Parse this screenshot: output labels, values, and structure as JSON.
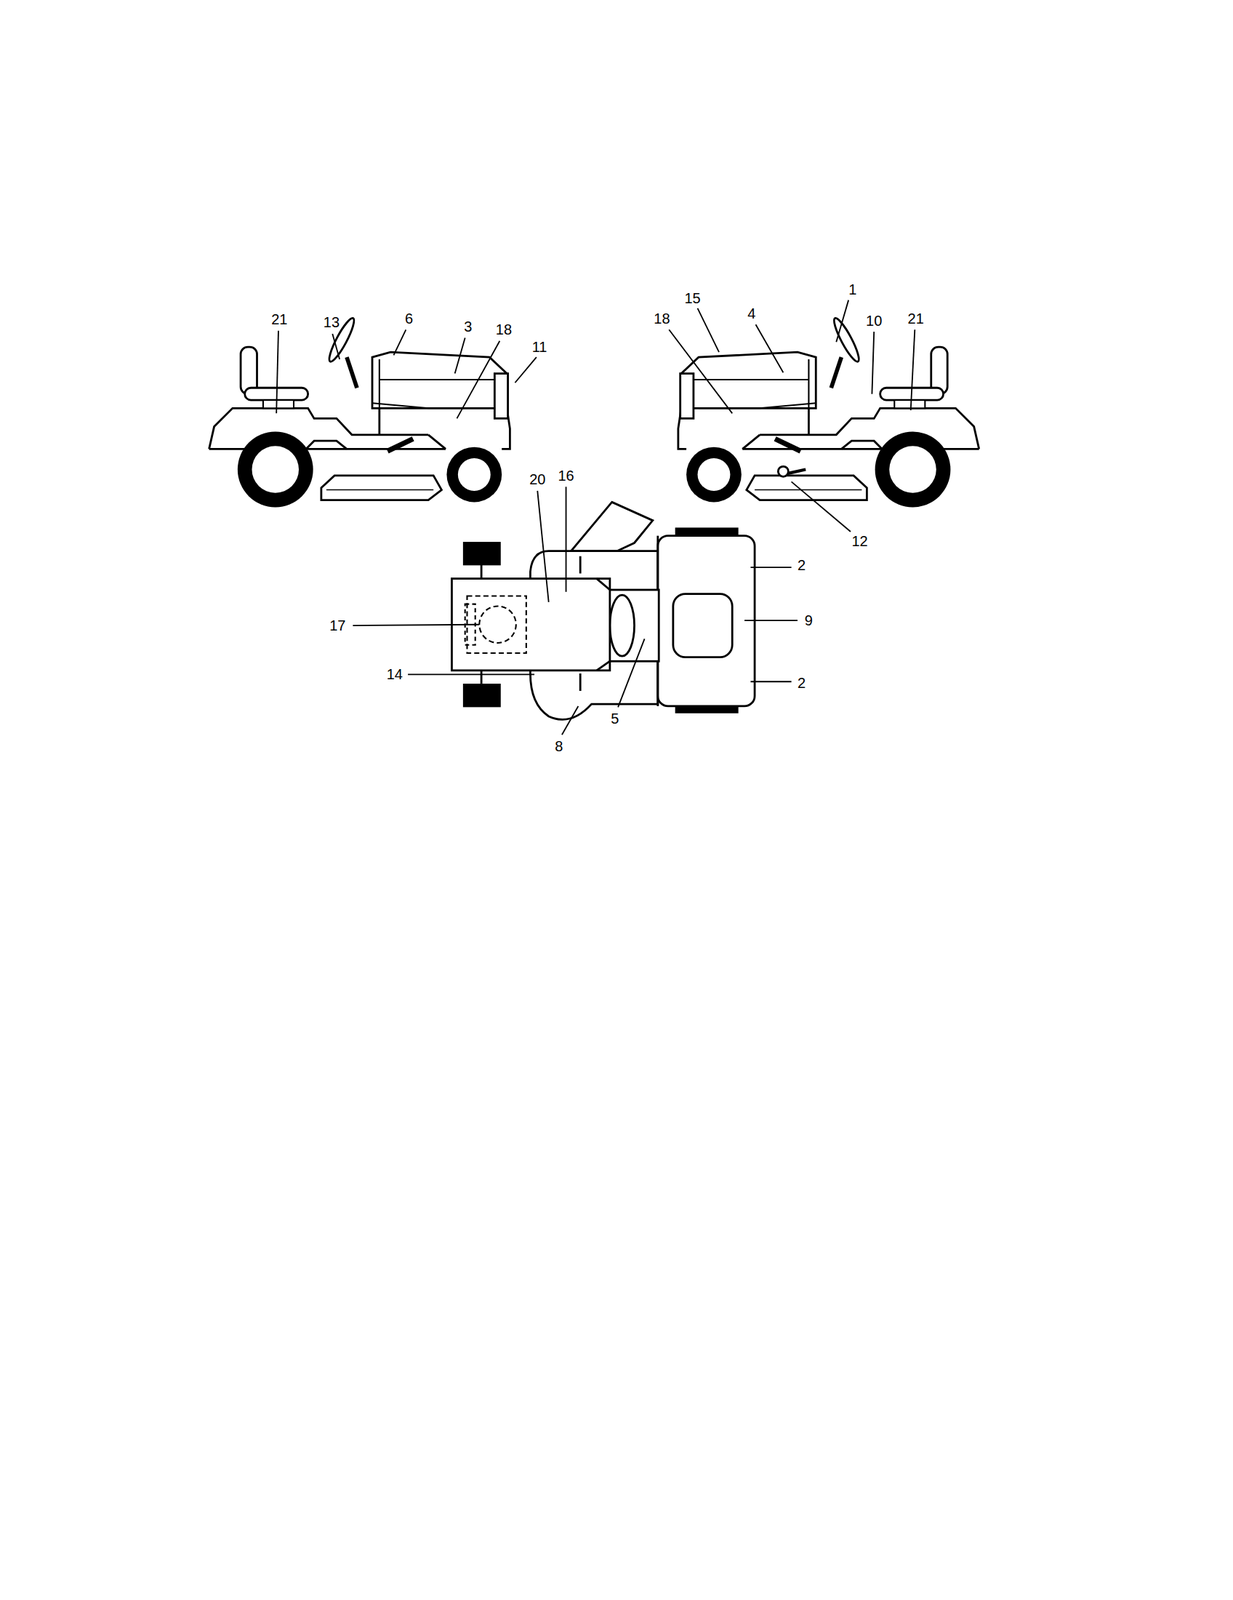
{
  "diagram": {
    "labels": [
      "21",
      "13",
      "6",
      "3",
      "18",
      "11",
      "1",
      "15",
      "4",
      "18",
      "10",
      "21",
      "20",
      "16",
      "2",
      "9",
      "17",
      "2",
      "14",
      "5",
      "8",
      "12"
    ]
  }
}
